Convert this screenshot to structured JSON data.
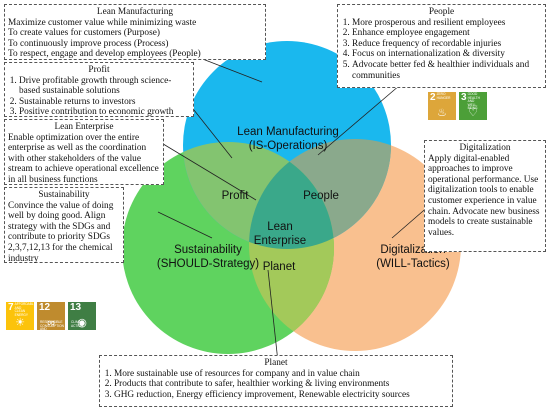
{
  "colors": {
    "lean_circle": "#1ab8ee",
    "sustainability_circle": "#5fd35f",
    "digitalization_circle": "#f9c08f",
    "sdg2": "#dda63a",
    "sdg3": "#4c9f38",
    "sdg7": "#fcc30b",
    "sdg12": "#bf8b2e",
    "sdg13": "#3f7e44"
  },
  "circles": {
    "lean": [
      "Lean Manufacturing",
      "(IS-Operations)"
    ],
    "sustainability": [
      "Sustainability",
      "(SHOULD-Strategy)"
    ],
    "digitalization": [
      "Digitalization",
      "(WILL-Tactics)"
    ],
    "profit": "Profit",
    "people": "People",
    "planet": "Planet",
    "lean_enterprise": [
      "Lean",
      "Enterprise"
    ]
  },
  "boxes": {
    "lean_manufacturing": {
      "title": "Lean Manufacturing",
      "lines": [
        "Maximize customer value while minimizing waste",
        "To create values for  customers (Purpose)",
        "To continuously improve process (Process)",
        "To respect, engage and develop employees (People)"
      ]
    },
    "profit": {
      "title": "Profit",
      "items": [
        "Drive profitable growth through science-based sustainable solutions",
        "Sustainable returns to investors",
        "Positive contribution to economic growth"
      ]
    },
    "lean_enterprise": {
      "title": "Lean Enterprise",
      "text": "Enable optimization over the entire enterprise as well as the coordination with other stakeholders of the value stream to achieve operational excellence in all business functions"
    },
    "sustainability": {
      "title": "Sustainability",
      "text": "Convince the value of doing well by doing good. Align strategy with the SDGs and contribute to priority SDGs 2,3,7,12,13 for the chemical industry"
    },
    "people": {
      "title": "People",
      "items": [
        "More prosperous and resilient employees",
        "Enhance employee engagement",
        "Reduce frequency of recordable injuries",
        "Focus on internationalization & diversity",
        "Advocate better fed & healthier individuals and  communities"
      ]
    },
    "digitalization": {
      "title": "Digitalization",
      "text": "Apply digital-enabled approaches to improve operational performance. Use digitalization tools to enable customer experience in value chain. Advocate new business models to create sustainable values."
    },
    "planet": {
      "title": "Planet",
      "items": [
        "More sustainable use of resources for company and in value chain",
        "Products that contribute to safer, healthier working & living environments",
        "GHG reduction, Energy efficiency improvement, Renewable electricity sources"
      ]
    }
  },
  "sdgs": [
    {
      "num": "2",
      "label": "Zero hunger",
      "glyph": "♨",
      "color_key": "sdg2"
    },
    {
      "num": "3",
      "label": "Good health and well-being",
      "glyph": "♡",
      "color_key": "sdg3"
    },
    {
      "num": "7",
      "label": "Affordable and clean energy",
      "glyph": "☀",
      "color_key": "sdg7"
    },
    {
      "num": "12",
      "label": "Responsible consumption and production",
      "glyph": "∞",
      "color_key": "sdg12"
    },
    {
      "num": "13",
      "label": "Climate action",
      "glyph": "◉",
      "color_key": "sdg13"
    }
  ]
}
